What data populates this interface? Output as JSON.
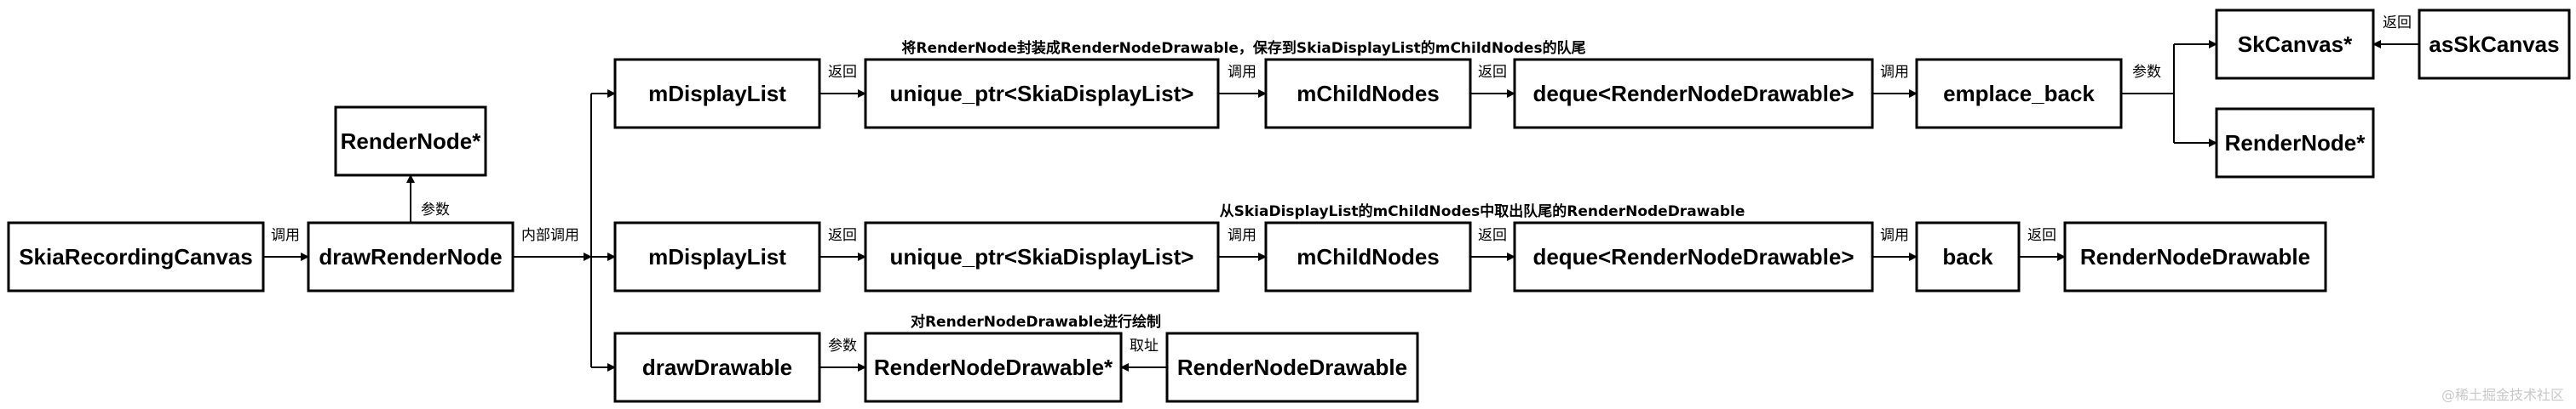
{
  "nodes": {
    "skia_recording_canvas": "SkiaRecordingCanvas",
    "draw_render_node": "drawRenderNode",
    "render_node_ptr": "RenderNode*",
    "m_display_list_1": "mDisplayList",
    "unique_ptr_1": "unique_ptr<SkiaDisplayList>",
    "m_child_nodes_1": "mChildNodes",
    "deque_1": "deque<RenderNodeDrawable>",
    "emplace_back": "emplace_back",
    "sk_canvas_ptr": "SkCanvas*",
    "as_sk_canvas": "asSkCanvas",
    "render_node_ptr_2": "RenderNode*",
    "m_display_list_2": "mDisplayList",
    "unique_ptr_2": "unique_ptr<SkiaDisplayList>",
    "m_child_nodes_2": "mChildNodes",
    "deque_2": "deque<RenderNodeDrawable>",
    "back": "back",
    "render_node_drawable_result": "RenderNodeDrawable",
    "draw_drawable": "drawDrawable",
    "render_node_drawable_ptr": "RenderNodeDrawable*",
    "render_node_drawable_src": "RenderNodeDrawable"
  },
  "edge_labels": {
    "call_1": "调用",
    "param_1": "参数",
    "internal_call": "内部调用",
    "return_1": "返回",
    "call_2": "调用",
    "return_2": "返回",
    "call_3": "调用",
    "param_2": "参数",
    "return_3": "返回",
    "return_4": "返回",
    "call_4": "调用",
    "return_5": "返回",
    "call_5": "调用",
    "return_6": "返回",
    "param_3": "参数",
    "address_of": "取址"
  },
  "captions": {
    "row1": "将RenderNode封装成RenderNodeDrawable，保存到SkiaDisplayList的mChildNodes的队尾",
    "row2": "从SkiaDisplayList的mChildNodes中取出队尾的RenderNodeDrawable",
    "row3": "对RenderNodeDrawable进行绘制"
  },
  "watermark": "@稀土掘金技术社区"
}
